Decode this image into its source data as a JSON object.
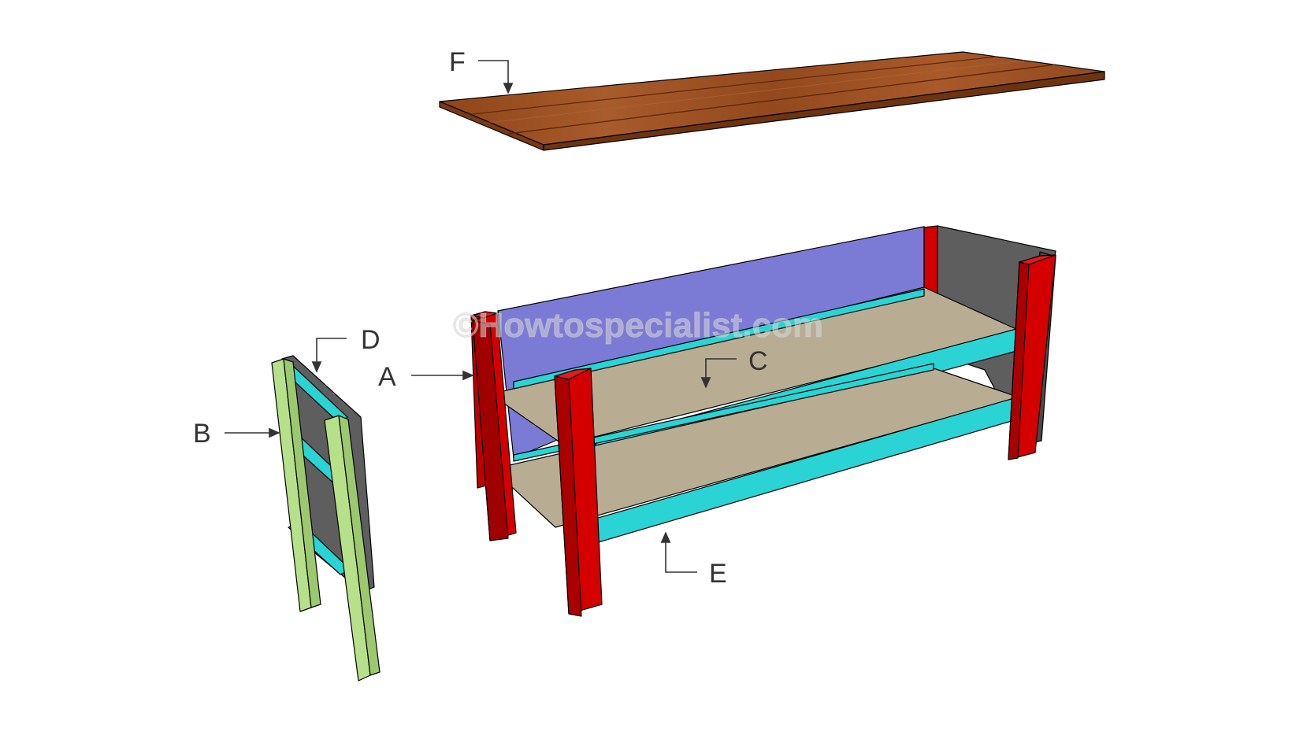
{
  "watermark": "©Howtospecialist.com",
  "labels": {
    "A": "A",
    "B": "B",
    "C": "C",
    "D": "D",
    "E": "E",
    "F": "F"
  },
  "colors": {
    "legs": "#d40000",
    "back_panel": "#7b7bd6",
    "side_panel": "#606060",
    "shelves": "#b8ad93",
    "rails": "#2ad4d4",
    "frame_stiles": "#b7e08a",
    "top": "#9a4f22"
  }
}
